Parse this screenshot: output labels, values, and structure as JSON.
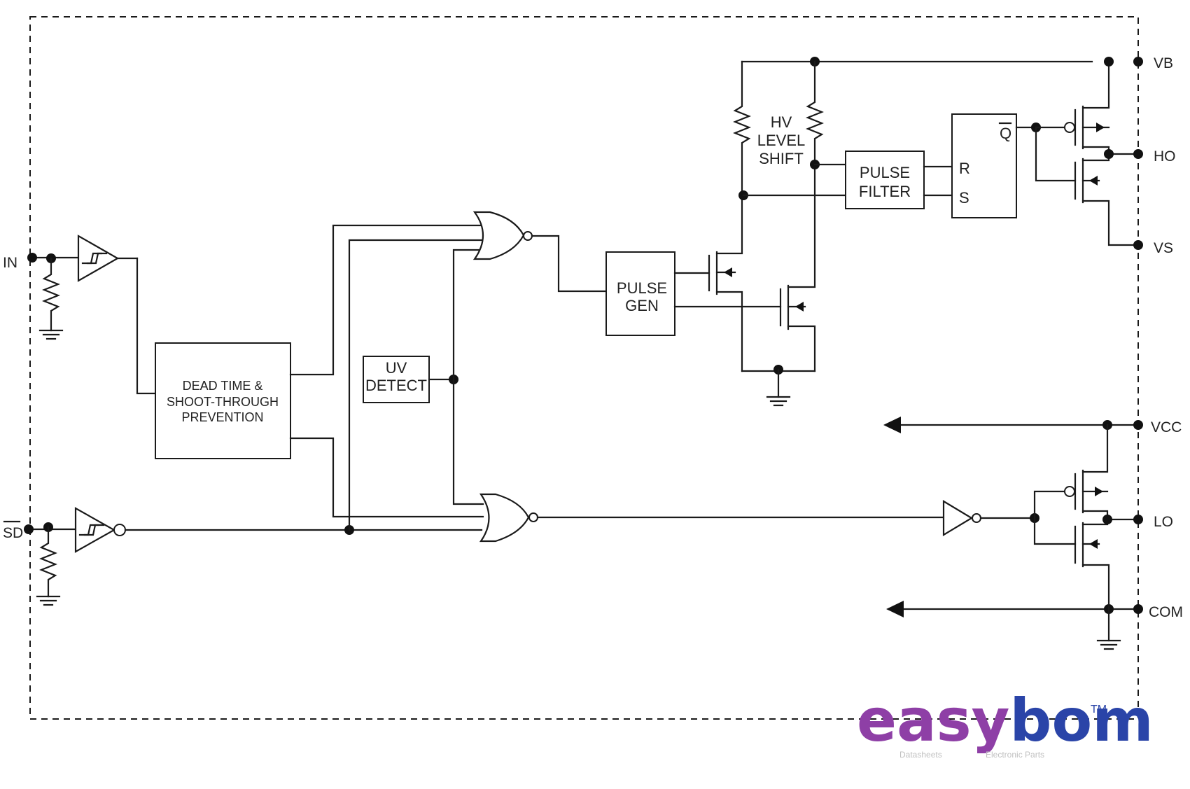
{
  "pins": {
    "in": "IN",
    "sd": "SD",
    "vb": "VB",
    "ho": "HO",
    "vs": "VS",
    "vcc": "VCC",
    "lo": "LO",
    "com": "COM"
  },
  "blocks": {
    "dead_time": [
      "DEAD TIME &",
      "SHOOT-THROUGH",
      "PREVENTION"
    ],
    "uv_detect": [
      "UV",
      "DETECT"
    ],
    "pulse_gen": [
      "PULSE",
      "GEN"
    ],
    "hv_level_shift": [
      "HV",
      "LEVEL",
      "SHIFT"
    ],
    "pulse_filter": [
      "PULSE",
      "FILTER"
    ],
    "flip_flop": {
      "q_bar": "Q",
      "r": "R",
      "s": "S"
    }
  },
  "watermark": {
    "brand_part1": "easy",
    "brand_part2": "bom",
    "trademark": "TM",
    "tag_left": "Datasheets",
    "tag_right": "Electronic Parts",
    "colors": {
      "easy": "#8e3fa6",
      "bom": "#2a44a8"
    }
  }
}
